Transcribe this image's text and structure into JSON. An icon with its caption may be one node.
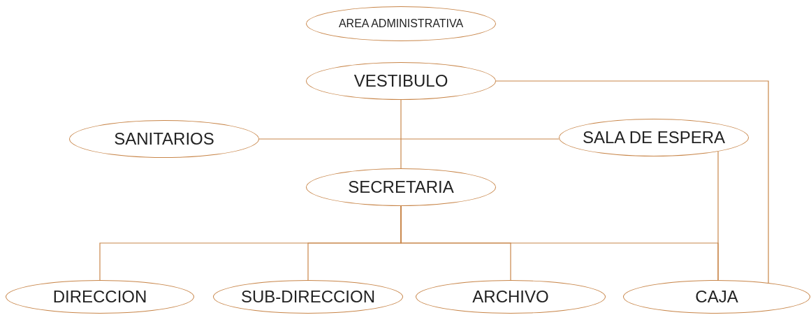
{
  "diagram": {
    "nodes": [
      {
        "text": [
          "AREA ADMINISTRATIVA"
        ]
      },
      {
        "text": [
          "VESTIBULO"
        ]
      },
      {
        "text": [
          "SANITARIOS"
        ]
      },
      {
        "text": [
          "SALA DE ESPERA"
        ]
      },
      {
        "text": [
          "SECRETARIA"
        ]
      },
      {
        "text": [
          "DIRECCION"
        ]
      },
      {
        "text": [
          "SUB-DIRECCION"
        ]
      },
      {
        "text": [
          "ARCHIVO"
        ]
      },
      {
        "text": [
          "CAJA"
        ]
      }
    ],
    "edges": [
      {
        "from": 1,
        "to": 4,
        "arrow": "none"
      },
      {
        "from": 2,
        "to": 3,
        "arrow": "none"
      },
      {
        "from": 1,
        "to": 8,
        "arrow": "none"
      },
      {
        "from": 3,
        "to": 8,
        "arrow": "none"
      },
      {
        "from": 4,
        "to": 5,
        "arrow": "none"
      },
      {
        "from": 4,
        "to": 6,
        "arrow": "none"
      },
      {
        "from": 4,
        "to": 7,
        "arrow": "none"
      },
      {
        "from": 4,
        "to": 8,
        "arrow": "none"
      }
    ]
  }
}
